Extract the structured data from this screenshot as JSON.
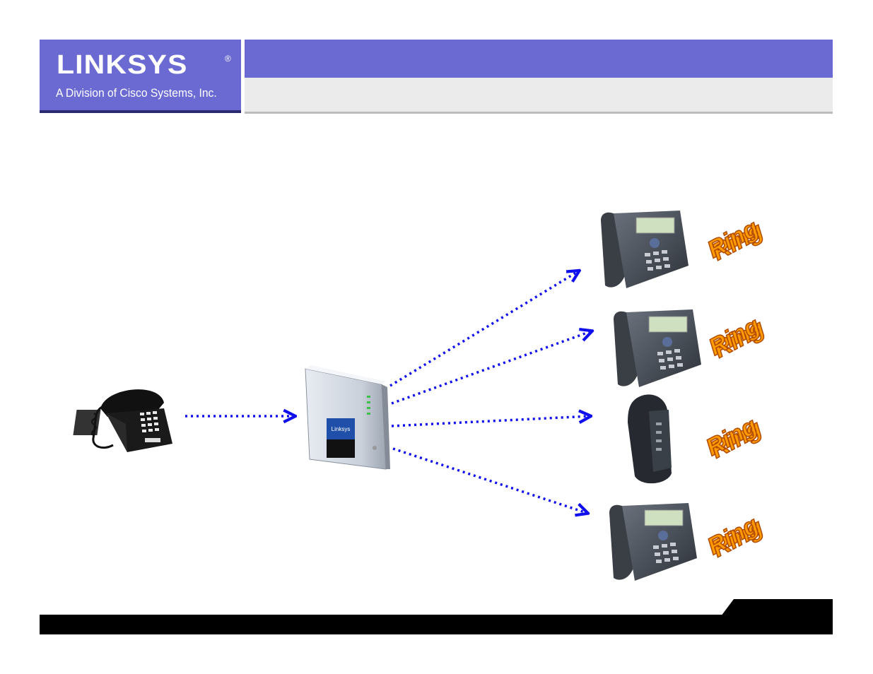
{
  "header": {
    "brand": "LINKSYS",
    "brand_reg": "®",
    "division": "A Division of Cisco Systems, Inc."
  },
  "diagram": {
    "ring_labels": [
      "Ring",
      "Ring",
      "Ring",
      "Ring"
    ]
  },
  "colors": {
    "brand_purple": "#6a6ad2",
    "arrow_blue": "#1010ee",
    "ring_orange": "#ff9a00"
  }
}
